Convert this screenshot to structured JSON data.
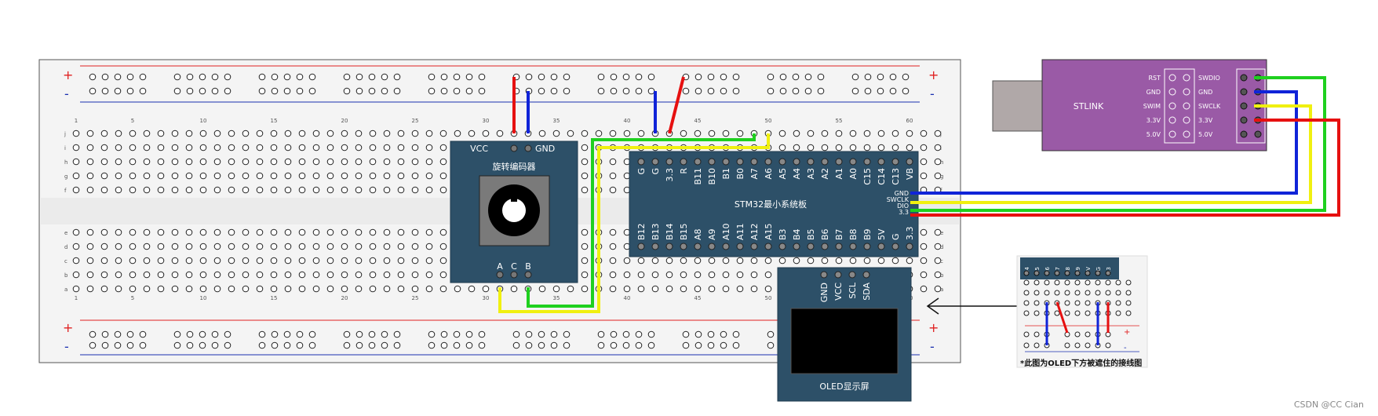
{
  "breadboard": {
    "rail_plus": "+",
    "rail_minus": "-",
    "column_numbers": [
      "1",
      "5",
      "10",
      "15",
      "20",
      "25",
      "30",
      "35",
      "40",
      "45",
      "50",
      "55",
      "60"
    ],
    "row_letters_top": [
      "j",
      "i",
      "h",
      "g",
      "f"
    ],
    "row_letters_bottom": [
      "e",
      "d",
      "c",
      "b",
      "a"
    ]
  },
  "encoder": {
    "title": "旋转编码器",
    "vcc": "VCC",
    "gnd": "GND",
    "pins": [
      "A",
      "C",
      "B"
    ]
  },
  "stm32": {
    "title": "STM32最小系统板",
    "top_pins": [
      "G",
      "G",
      "3.3",
      "R",
      "B11",
      "B10",
      "B1",
      "B0",
      "A7",
      "A6",
      "A5",
      "A4",
      "A3",
      "A2",
      "A1",
      "A0",
      "C15",
      "C14",
      "C13",
      "VB"
    ],
    "bottom_pins": [
      "B12",
      "B13",
      "B14",
      "B15",
      "A8",
      "A9",
      "A10",
      "A11",
      "A12",
      "A15",
      "B3",
      "B4",
      "B5",
      "B6",
      "B7",
      "B8",
      "B9",
      "5V",
      "G",
      "3.3"
    ],
    "side_pins": [
      "GND",
      "SWCLK",
      "DIO",
      "3.3"
    ]
  },
  "stlink": {
    "title": "STLINK",
    "left_labels": [
      "RST",
      "GND",
      "SWIM",
      "3.3V",
      "5.0V"
    ],
    "right_labels": [
      "SWDIO",
      "GND",
      "SWCLK",
      "3.3V",
      "5.0V"
    ]
  },
  "oled": {
    "pins": [
      "GND",
      "VCC",
      "SCL",
      "SDA"
    ],
    "title": "OLED显示屏"
  },
  "inset": {
    "pins": [
      "B4",
      "B5",
      "B6",
      "B7",
      "B8",
      "B9",
      "5V",
      "G",
      "3.3"
    ],
    "caption": "*此图为OLED下方被遮住的接线图"
  },
  "credit": "CSDN @CC Cian",
  "colors": {
    "red": "#e61010",
    "blue": "#1024d8",
    "green": "#1fd01f",
    "yellow": "#f0f010",
    "board": "#2d5068",
    "stlink": "#9a5aa6"
  }
}
